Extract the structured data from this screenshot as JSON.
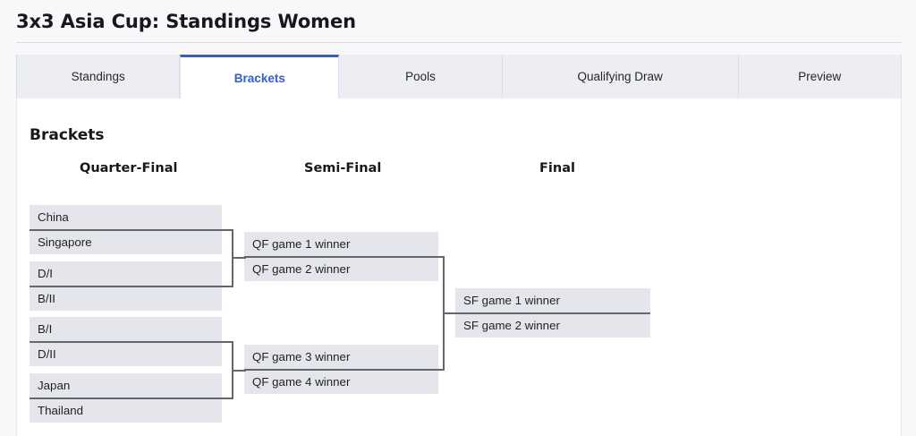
{
  "header": {
    "title": "3x3 Asia Cup: Standings Women"
  },
  "tabs": [
    {
      "label": "Standings",
      "active": false
    },
    {
      "label": "Brackets",
      "active": true
    },
    {
      "label": "Pools",
      "active": false
    },
    {
      "label": "Qualifying Draw",
      "active": false
    },
    {
      "label": "Preview",
      "active": false
    }
  ],
  "main": {
    "section_title": "Brackets",
    "rounds": [
      {
        "key": "quarter_final",
        "label": "Quarter-Final"
      },
      {
        "key": "semi_final",
        "label": "Semi-Final"
      },
      {
        "key": "final",
        "label": "Final"
      }
    ],
    "quarter_final": {
      "matches": [
        {
          "teams": [
            "China",
            "Singapore"
          ]
        },
        {
          "teams": [
            "D/I",
            "B/II"
          ]
        },
        {
          "teams": [
            "B/I",
            "D/II"
          ]
        },
        {
          "teams": [
            "Japan",
            "Thailand"
          ]
        }
      ]
    },
    "semi_final": {
      "matches": [
        {
          "teams": [
            "QF game 1 winner",
            "QF game 2 winner"
          ]
        },
        {
          "teams": [
            "QF game 3 winner",
            "QF game 4 winner"
          ]
        }
      ]
    },
    "final": {
      "matches": [
        {
          "teams": [
            "SF game 1 winner",
            "SF game 2 winner"
          ]
        }
      ]
    }
  },
  "colors": {
    "accent": "#2e5ce6",
    "slot_bg": "#e4e6ec",
    "line": "#63666e",
    "page_bg": "#f7f8fa",
    "tab_bg": "#eceef4"
  }
}
